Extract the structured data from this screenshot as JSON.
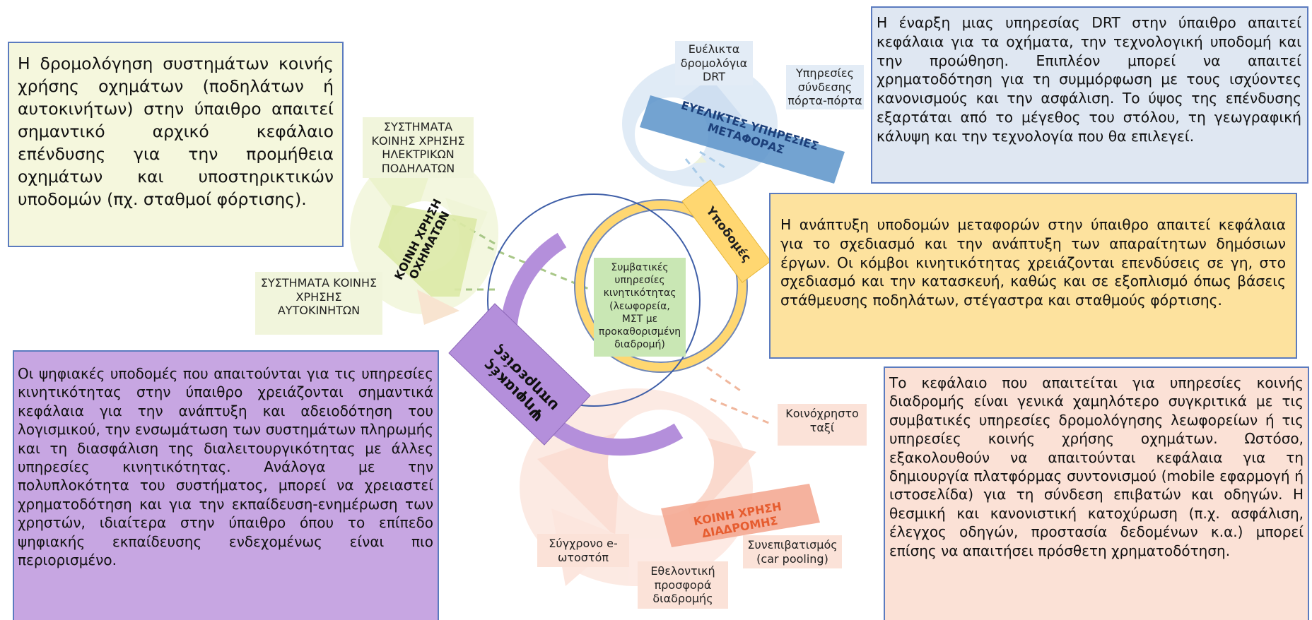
{
  "diagram": {
    "center_label": "Συμβατικές υπηρεσίες κινητικότητας (λεωφορεία, ΜΣΤ με προκαθορισμένη διαδρομή)",
    "ring_labels": {
      "digital": "Ψηφιακές υπηρεσίες",
      "infra": "Υποδομές"
    },
    "clusters": {
      "drt": {
        "title": "ΕΥΕΛΙΚΤΕΣ ΥΠΗΡΕΣΙΕΣ ΜΕΤΑΦΟΡΑΣ",
        "items": [
          "Ευέλικτα δρομολόγια DRT",
          "Υπηρεσίες σύνδεσης πόρτα-πόρτα"
        ]
      },
      "vehicle_sharing": {
        "title": "ΚΟΙΝΗ ΧΡΗΣΗ ΟΧΗΜΑΤΩΝ",
        "items": [
          "ΣΥΣΤΗΜΑΤΑ ΚΟΙΝΗΣ ΧΡΗΣΗΣ ΗΛΕΚΤΡΙΚΩΝ ΠΟΔΗΛΑΤΩΝ",
          "ΣΥΣΤΗΜΑΤΑ ΚΟΙΝΗΣ ΧΡΗΣΗΣ ΑΥΤΟΚΙΝΗΤΩΝ"
        ]
      },
      "ride_sharing": {
        "title": "ΚΟΙΝΗ ΧΡΗΣΗ ΔΙΑΔΡΟΜΗΣ",
        "items": [
          "Κοινόχρηστο ταξί",
          "Συνεπιβατισμός (car pooling)",
          "Εθελοντική προσφορά διαδρομής",
          "Σύγχρονο e-ωτοστόπ"
        ]
      }
    }
  },
  "notes": {
    "vehicle_sharing": "Η δρομολόγηση συστημάτων κοινής χρήσης οχημάτων (ποδηλάτων ή αυτοκινήτων) στην ύπαιθρο απαιτεί σημαντικό αρχικό κεφάλαιο επένδυσης για την προμήθεια οχημάτων και υποστηρικτικών υποδομών (πχ. σταθμοί φόρτισης).",
    "drt": "Η έναρξη μιας υπηρεσίας DRT στην ύπαιθρο απαιτεί κεφάλαια για τα οχήματα, την τεχνολογική υποδομή και την προώθηση. Επιπλέον μπορεί να απαιτεί χρηματοδότηση για τη συμμόρφωση με τους ισχύοντες κανονισμούς και την ασφάλιση. Το ύψος της επένδυσης εξαρτάται από το μέγεθος του στόλου, τη γεωγραφική κάλυψη και την τεχνολογία που θα επιλεγεί.",
    "infra": "Η ανάπτυξη υποδομών μεταφορών στην ύπαιθρο απαιτεί κεφάλαια για το σχεδιασμό και την ανάπτυξη των απαραίτητων δημόσιων έργων. Οι κόμβοι κινητικότητας χρειάζονται επενδύσεις σε γη, στο σχεδιασμό και την κατασκευή, καθώς και σε εξοπλισμό όπως βάσεις στάθμευσης ποδηλάτων, στέγαστρα και σταθμούς φόρτισης.",
    "digital": "Οι ψηφιακές υποδομές που απαιτούνται για τις υπηρεσίες κινητικότητας στην ύπαιθρο χρειάζονται σημαντικά κεφάλαια για την ανάπτυξη και αδειοδότηση του λογισμικού, την ενσωμάτωση των συστημάτων πληρωμής και τη διασφάλιση της διαλειτουργικότητας με άλλες υπηρεσίες κινητικότητας. Ανάλογα με την πολυπλοκότητα του συστήματος, μπορεί να χρειαστεί χρηματοδότηση και για την εκπαίδευση-ενημέρωση των χρηστών, ιδιαίτερα στην ύπαιθρο όπου το επίπεδο ψηφιακής εκπαίδευσης ενδεχομένως είναι πιο περιορισμένο.",
    "ride_sharing": "Το κεφάλαιο που απαιτείται για υπηρεσίες κοινής διαδρομής είναι γενικά χαμηλότερο συγκριτικά με τις συμβατικές υπηρεσίες δρομολόγησης λεωφορείων ή τις υπηρεσίες κοινής χρήσης οχημάτων. Ωστόσο, εξακολουθούν να απαιτούνται κεφάλαια για τη δημιουργία πλατφόρμας συντονισμού (mobile εφαρμογή ή ιστοσελίδα) για τη σύνδεση επιβατών και οδηγών. Η θεσμική και κανονιστική κατοχύρωση (π.χ. ασφάλιση, έλεγχος οδηγών, προστασία δεδομένων κ.α.) μπορεί επίσης να απαιτήσει πρόσθετη χρηματοδότηση."
  },
  "colors": {
    "drt_blue": "#5b93c9",
    "vehicle_green": "#dbe9a6",
    "ride_salmon": "#f3a58d",
    "digital_purple": "#b48fdb",
    "infra_yellow": "#ffd771",
    "center_green": "#c9e7b4"
  }
}
